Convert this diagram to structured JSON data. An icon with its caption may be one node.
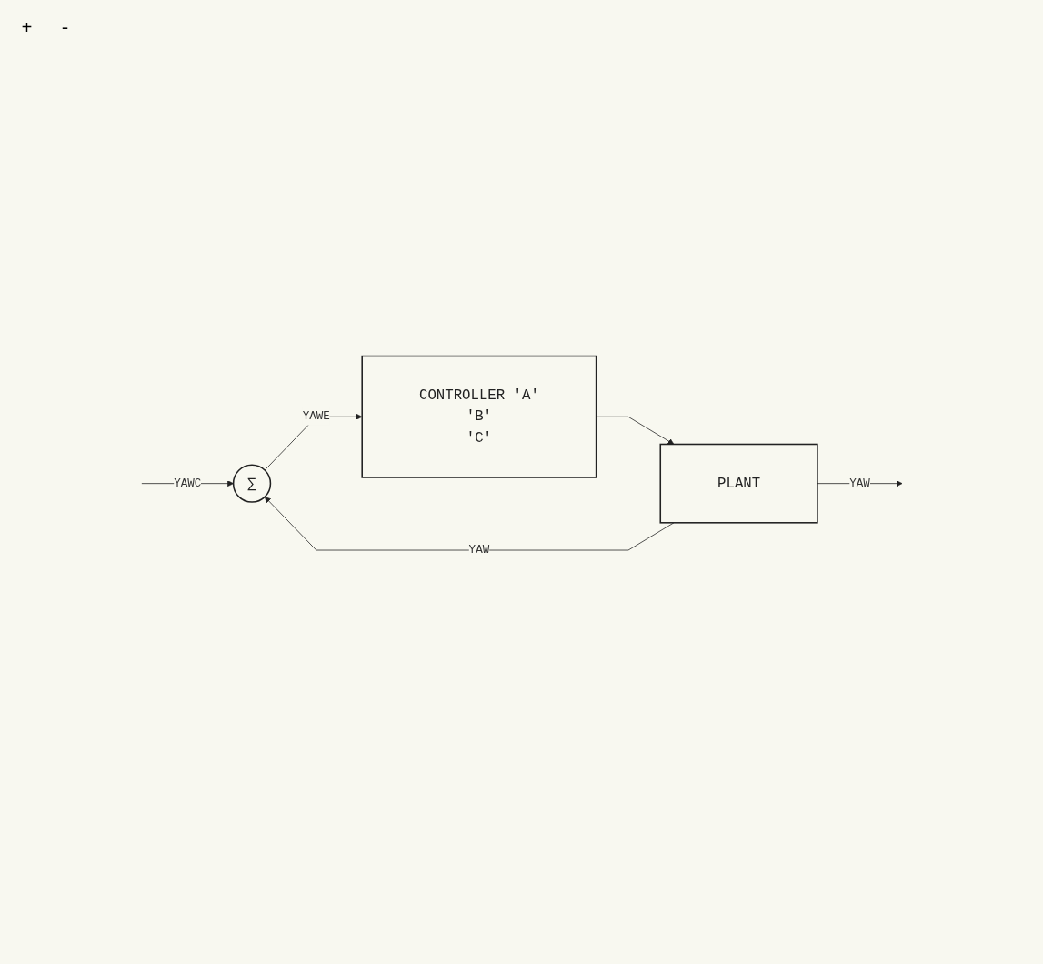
{
  "diagram": {
    "nodes": [
      {
        "text": [
          "∑"
        ]
      },
      {
        "text": [
          "CONTROLLER 'A'",
          "'B'",
          "'C'"
        ]
      },
      {
        "text": [
          "PLANT"
        ]
      }
    ],
    "edges": [
      {
        "from": null,
        "to": 0,
        "arrow": "to",
        "label": "YAWC"
      },
      {
        "from": 0,
        "to": 1,
        "arrow": "to",
        "label": "YAWE"
      },
      {
        "from": 1,
        "to": 2,
        "arrow": "to"
      },
      {
        "from": 2,
        "to": null,
        "arrow": "to",
        "label": "YAW"
      },
      {
        "from": 2,
        "to": 0,
        "arrow": "to",
        "label": "YAW"
      }
    ],
    "labels": [
      "+",
      "-"
    ]
  }
}
